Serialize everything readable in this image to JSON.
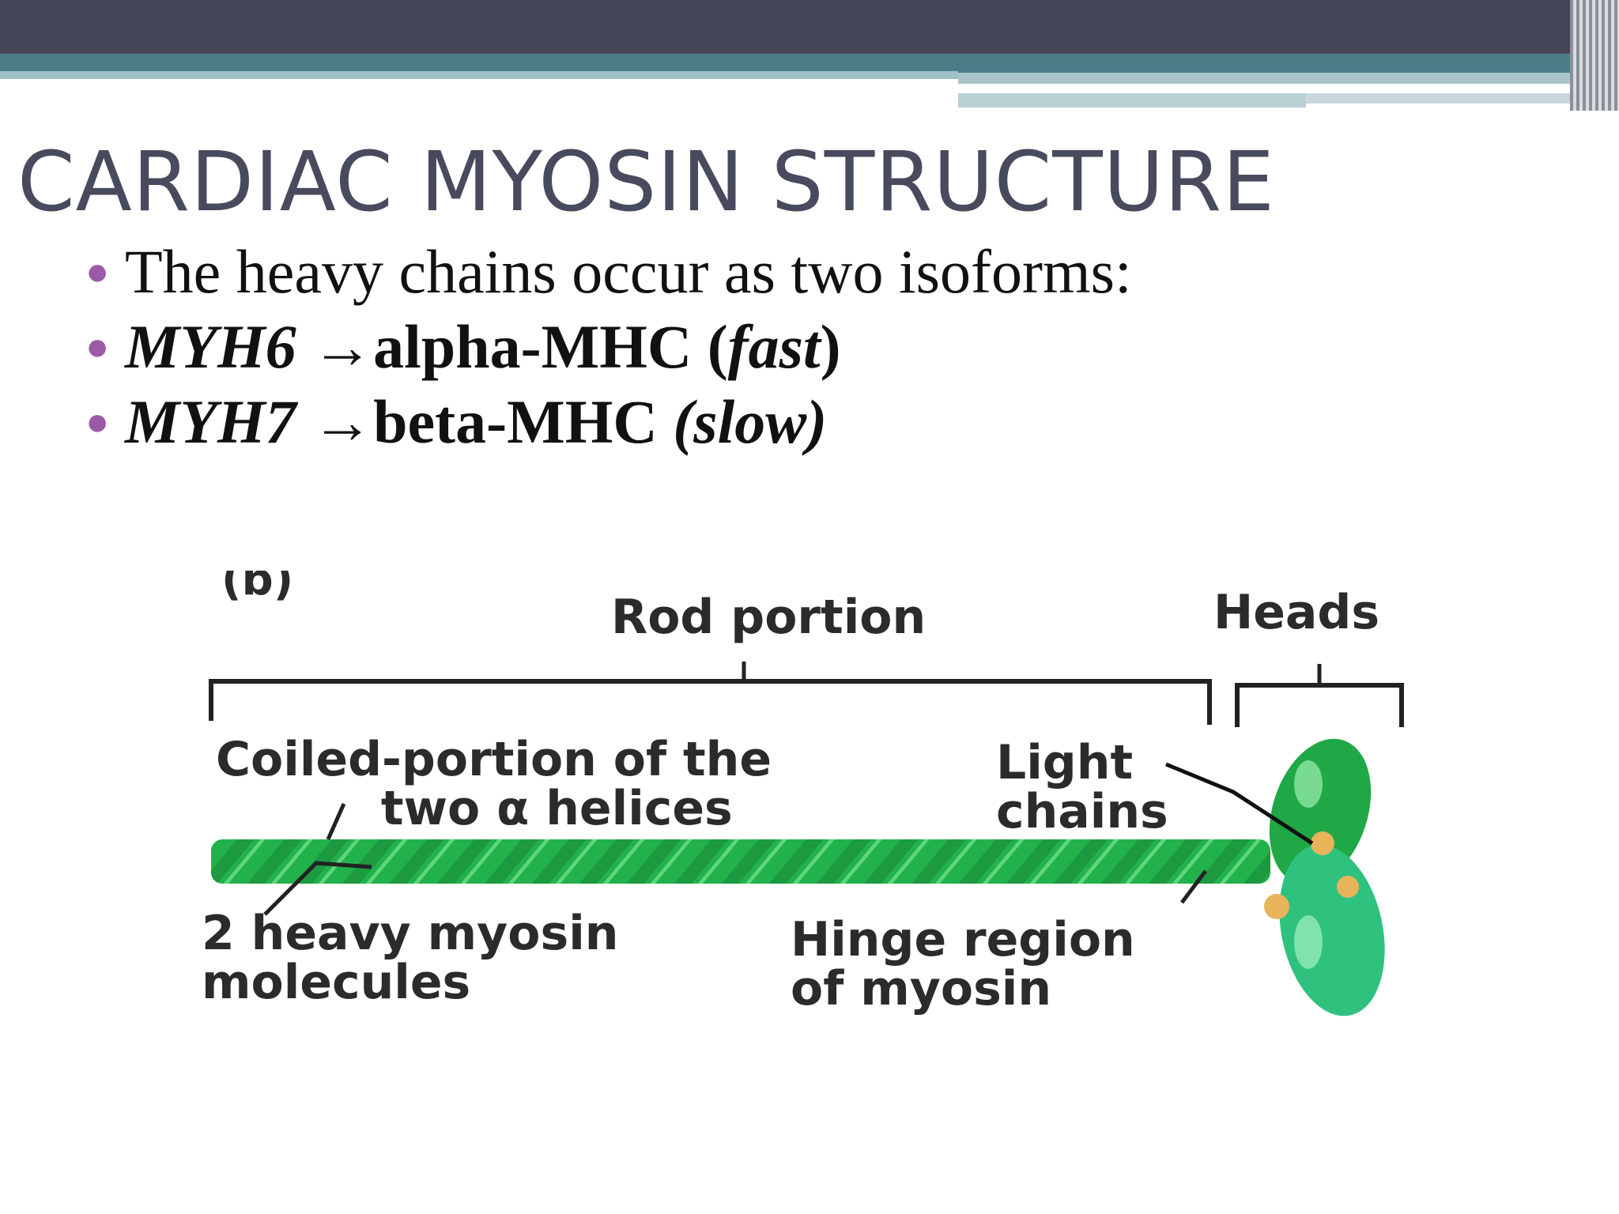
{
  "slide": {
    "title": "CARDIAC MYOSIN STRUCTURE",
    "bullets": [
      {
        "text": "The heavy chains occur as two isoforms:"
      },
      {
        "gene": "MYH6",
        "arrow": "→",
        "protein": "alpha-MHC (",
        "speed": "fast",
        "close": ")"
      },
      {
        "gene": "MYH7",
        "arrow": "→",
        "protein": "beta-MHC ",
        "speed": "(slow)",
        "close": ""
      }
    ]
  },
  "diagram": {
    "panel_label": "(b)",
    "rod_label": "Rod portion",
    "heads_label": "Heads",
    "coiled_label": "Coiled-portion of the\n          two α helices",
    "light_chains_label": "Light\nchains",
    "heavy_label": "2 heavy myosin\nmolecules",
    "hinge_label": "Hinge region\nof myosin",
    "colors": {
      "rod": "#22b24c",
      "head_top": "#1fa845",
      "head_bottom": "#2ec27e",
      "light_chain": "#e8b45a"
    }
  }
}
